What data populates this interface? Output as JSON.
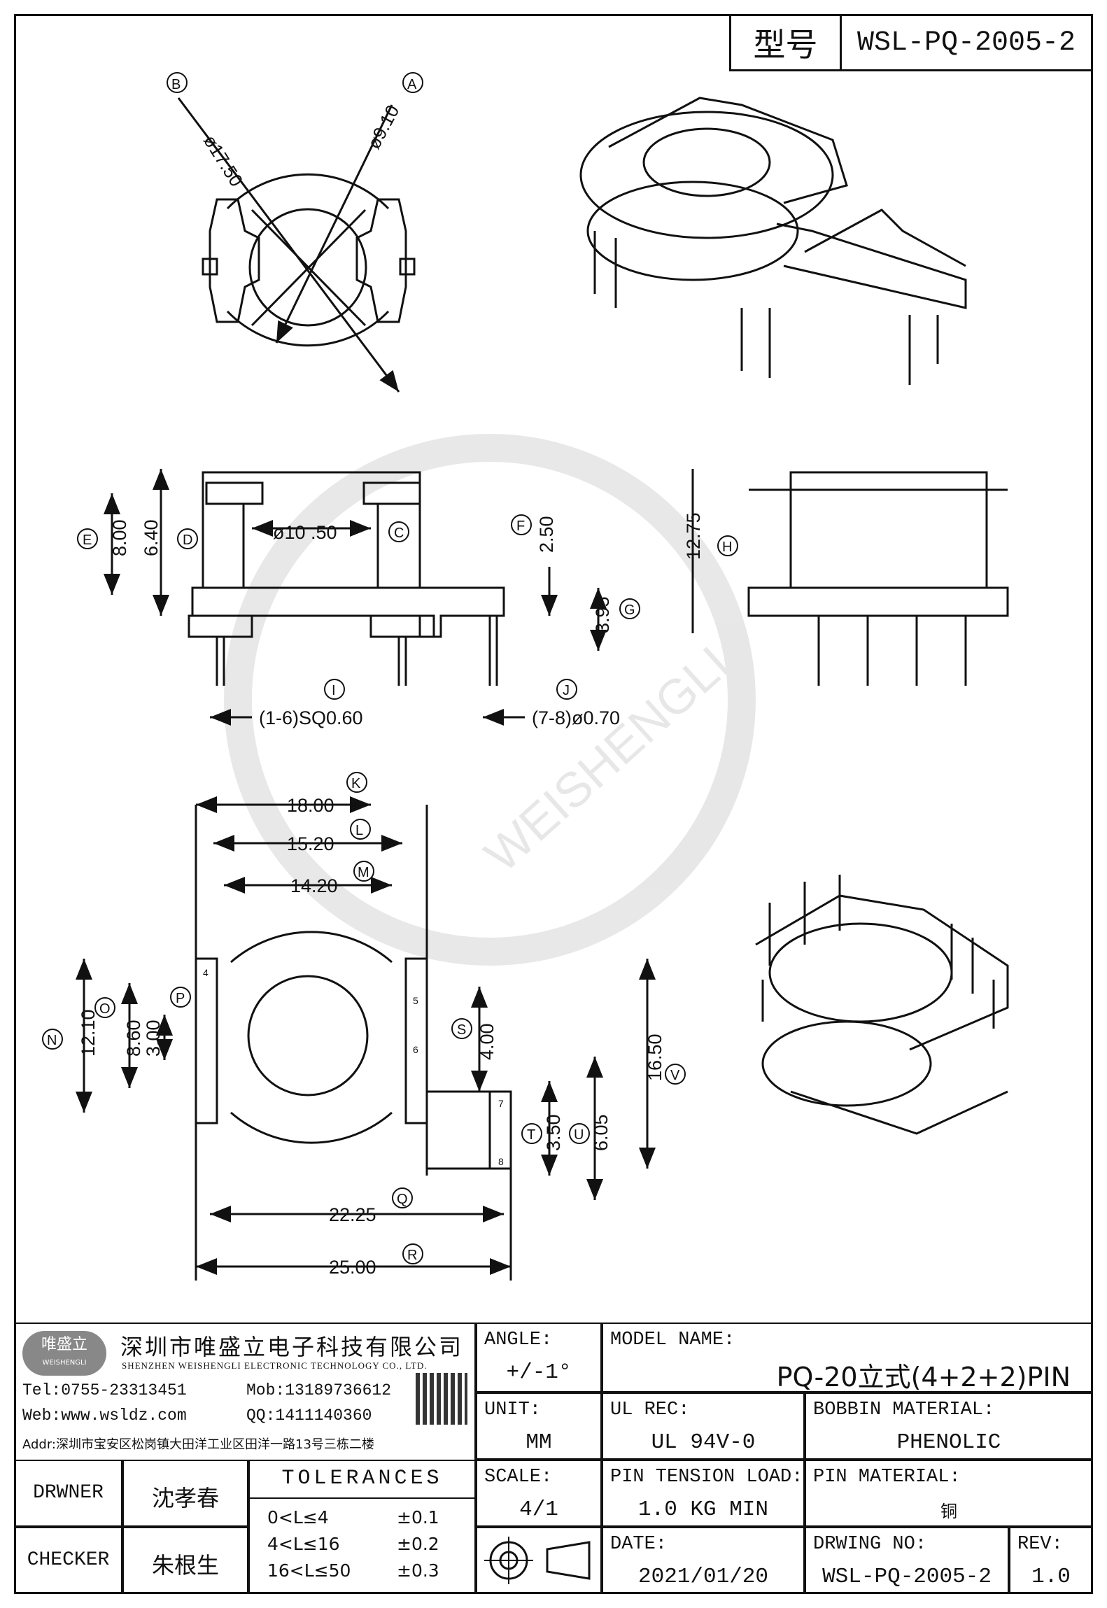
{
  "header": {
    "type_label": "型号",
    "type_value": "WSL-PQ-2005-2"
  },
  "watermark": {
    "text": "WEISHENGLI"
  },
  "top_view": {
    "labels": [
      {
        "key": "B",
        "text": "ø17.50"
      },
      {
        "key": "A",
        "text": "ø9.10"
      }
    ]
  },
  "side_view": {
    "dims": [
      {
        "key": "E",
        "text": "8.00"
      },
      {
        "key": "D",
        "text": "6.40"
      },
      {
        "key": "C",
        "text": "ø10 .50"
      },
      {
        "key": "F",
        "text": "2.50"
      },
      {
        "key": "G",
        "text": "3.95"
      },
      {
        "key": "H",
        "text": "12.75"
      },
      {
        "key": "I",
        "text": "(1-6)SQ0.60"
      },
      {
        "key": "J",
        "text": "(7-8)ø0.70"
      }
    ]
  },
  "bottom_view": {
    "dims": [
      {
        "key": "K",
        "text": "18.00"
      },
      {
        "key": "L",
        "text": "15.20"
      },
      {
        "key": "M",
        "text": "14.20"
      },
      {
        "key": "N",
        "text": "12.10"
      },
      {
        "key": "O",
        "text": "8.60"
      },
      {
        "key": "P",
        "text": "3.00"
      },
      {
        "key": "S",
        "text": "4.00"
      },
      {
        "key": "V",
        "text": "16.50"
      },
      {
        "key": "T",
        "text": "3.50"
      },
      {
        "key": "U",
        "text": "6.05"
      },
      {
        "key": "Q",
        "text": "22.25"
      },
      {
        "key": "R",
        "text": "25.00"
      }
    ],
    "pins": [
      "4",
      "5",
      "6",
      "7",
      "8"
    ]
  },
  "company": {
    "logo_text": "唯盛立",
    "logo_sub": "WEISHENGLI",
    "name_cn": "深圳市唯盛立电子科技有限公司",
    "name_en": "SHENZHEN WEISHENGLI ELECTRONIC TECHNOLOGY CO., LTD.",
    "tel": "Tel:0755-23313451",
    "mob": "Mob:13189736612",
    "web": "Web:www.wsldz.com",
    "qq": "QQ:1411140360",
    "addr": "Addr:深圳市宝安区松岗镇大田洋工业区田洋一路13号三栋二楼"
  },
  "title_block": {
    "angle_label": "ANGLE:",
    "angle_value": "+/-1°",
    "model_label": "MODEL NAME:",
    "model_value": "PQ-20立式(4+2+2)PIN",
    "unit_label": "UNIT:",
    "unit_value": "MM",
    "ul_label": "UL REC:",
    "ul_value": "UL 94V-0",
    "bobbin_label": "BOBBIN MATERIAL:",
    "bobbin_value": "PHENOLIC",
    "scale_label": "SCALE:",
    "scale_value": "4/1",
    "tension_label": "PIN TENSION LOAD:",
    "tension_value": "1.0 KG MIN",
    "pinmat_label": "PIN MATERIAL:",
    "pinmat_value": "铜",
    "drawer_label": "DRWNER",
    "drawer_value": "沈孝春",
    "checker_label": "CHECKER",
    "checker_value": "朱根生",
    "tol_title": "TOLERANCES",
    "tolerances": [
      {
        "range": "0<L≤4",
        "tol": "±0.1"
      },
      {
        "range": "4<L≤16",
        "tol": "±0.2"
      },
      {
        "range": "16<L≤50",
        "tol": "±0.3"
      }
    ],
    "date_label": "DATE:",
    "date_value": "2021/01/20",
    "dwg_label": "DRWING NO:",
    "dwg_value": "WSL-PQ-2005-2",
    "rev_label": "REV:",
    "rev_value": "1.0"
  }
}
